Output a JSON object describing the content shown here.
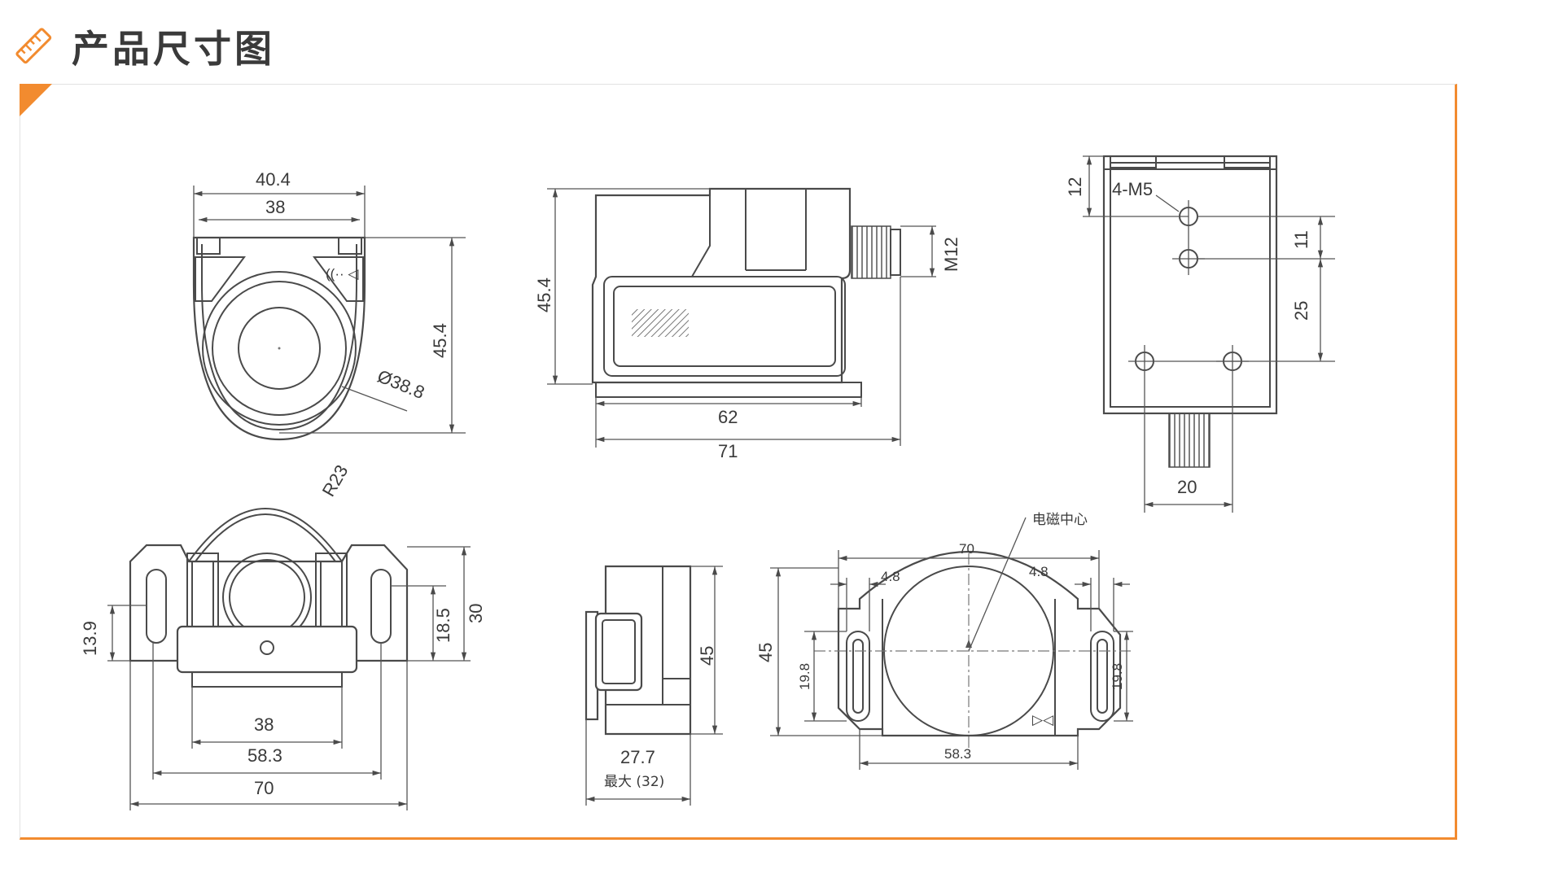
{
  "header": {
    "title": "产品尺寸图",
    "icon": "ruler-pencil-icon",
    "accent": "#f28b2f"
  },
  "front_view": {
    "width_outer": "40.4",
    "width_inner": "38",
    "height": "45.4",
    "diameter": "Ø38.8"
  },
  "side_view": {
    "height": "45.4",
    "connector": "M12",
    "length_base": "62",
    "length_total": "71"
  },
  "rear_view": {
    "top_offset": "12",
    "holes": "4-M5",
    "hole_gap": "11",
    "hole_vertical": "25",
    "hole_horizontal": "20"
  },
  "bottom_view": {
    "radius": "R23",
    "slot_height": "13.9",
    "mount_height": "18.5",
    "total_height": "30",
    "width_inner": "38",
    "width_mid": "58.3",
    "width_total": "70"
  },
  "thin_side_view": {
    "height": "45",
    "depth": "27.7",
    "depth_max": "最大 (32)"
  },
  "plan_view": {
    "center_label": "电磁中心",
    "width_total": "70",
    "slot_left": "4.8",
    "slot_right": "4.8",
    "height": "45",
    "slot_height_left": "19.8",
    "slot_height_right": "19.8",
    "width_mid": "58.3"
  }
}
